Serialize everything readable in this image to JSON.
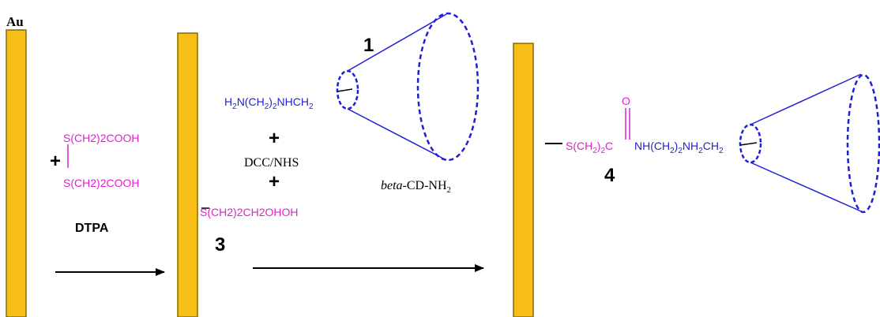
{
  "colors": {
    "gold": "#f7be17",
    "gold_edge": "#8a6a00",
    "blue": "#1f1fd6",
    "magenta": "#e020d0",
    "black": "#000000"
  },
  "labels": {
    "au": "Au",
    "dtpa": "DTPA",
    "plus": "+",
    "num1": "1",
    "num3": "3",
    "num4": "4",
    "o": "O",
    "dtpa_top": "S(CH2)2COOH",
    "dtpa_bottom": "S(CH2)2COOH",
    "dtpa_top_parts": {
      "s": "S(CH",
      "sub1": "2",
      "mid": ")",
      "sub2": "2",
      "end": "COOH"
    },
    "dtpa_bottom_parts": {
      "s": "S(CH",
      "sub1": "2",
      "mid": ")",
      "sub2": "2",
      "end": "COOH"
    },
    "intermediate": "S(CH2)2CH2OHOH",
    "intermediate_parts": {
      "s": "S(CH",
      "sub1": "2",
      "mid": ")",
      "sub2": "2",
      "end": "CH2OHOH"
    },
    "amine": "H2N(CH2)2NHCH2",
    "amine_parts": {
      "a": "H",
      "s1": "2",
      "b": "N(CH",
      "s2": "2",
      "c": ")",
      "s3": "2",
      "d": "NHCH",
      "s4": "2"
    },
    "reagent": "DCC/NHS",
    "beta_cd": "beta-CD-NH2",
    "beta_cd_parts": {
      "italic": "beta",
      "rest": "-CD-NH",
      "sub": "2"
    },
    "product_magenta": "S(CH2)2C",
    "product_magenta_parts": {
      "s": "S(CH",
      "s1": "2",
      "mid": ")",
      "s2": "2",
      "c": "C"
    },
    "product_blue": "NH(CH2)2NH2CH2",
    "product_blue_parts": {
      "a": "NH(CH",
      "s1": "2",
      "b": ")",
      "s2": "2",
      "c": "NH",
      "s3": "2",
      "d": "CH",
      "s4": "2"
    }
  }
}
